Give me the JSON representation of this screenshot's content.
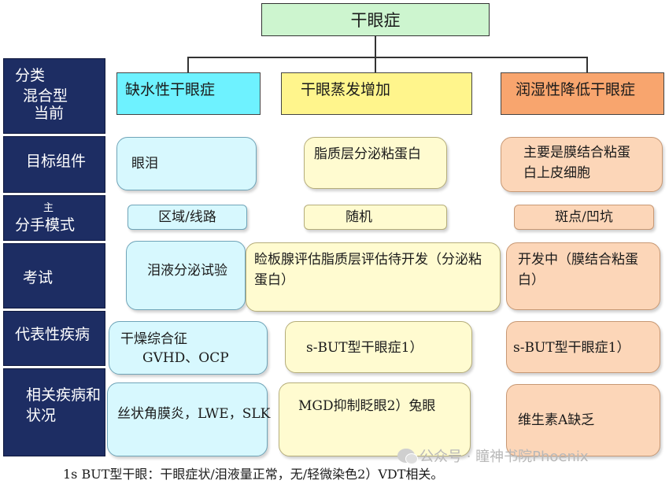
{
  "root": "干眼症",
  "side_labels": {
    "category_1": "分类",
    "category_2": "混合型",
    "category_3": "当前",
    "target": "目标组件",
    "pattern_1": "主",
    "pattern_2": "分手模式",
    "test": "考试",
    "representative": "代表性疾病",
    "related_1": "相关疾病和",
    "related_2": "状况"
  },
  "columns": {
    "aqueous": {
      "header": "缺水性干眼症",
      "target": "眼泪",
      "pattern": "区域/线路",
      "test": "泪液分泌试验",
      "representative_1": "干燥综合征",
      "representative_2": "GVHD、OCP",
      "related": "丝状角膜炎，LWE，SLK"
    },
    "evaporative": {
      "header": "干眼蒸发增加",
      "target": "脂质层分泌粘蛋白",
      "pattern": "随机",
      "test": "睑板腺评估脂质层评估待开发（分泌粘蛋白）",
      "representative": "s-BUT型干眼症1）",
      "related": "MGD抑制眨眼2）兔眼"
    },
    "wettability": {
      "header": "润湿性降低干眼症",
      "target": "主要是膜结合粘蛋白上皮细胞",
      "pattern": "斑点/凹坑",
      "test": "开发中（膜结合粘蛋白）",
      "representative": "s-BUT型干眼症1）",
      "related": "维生素A缺乏"
    }
  },
  "footnote": "1s BUT型干眼：干眼症状/泪液量正常，无/轻微染色2）VDT相关。",
  "watermark": "公众号 · 瞳神书院Phoenix",
  "colors": {
    "navy": "#1d2d63",
    "cyan": "#6ef2ff",
    "yellow": "#fff58c",
    "orange": "#f8a56e",
    "root_green": "#cdf5cf"
  }
}
